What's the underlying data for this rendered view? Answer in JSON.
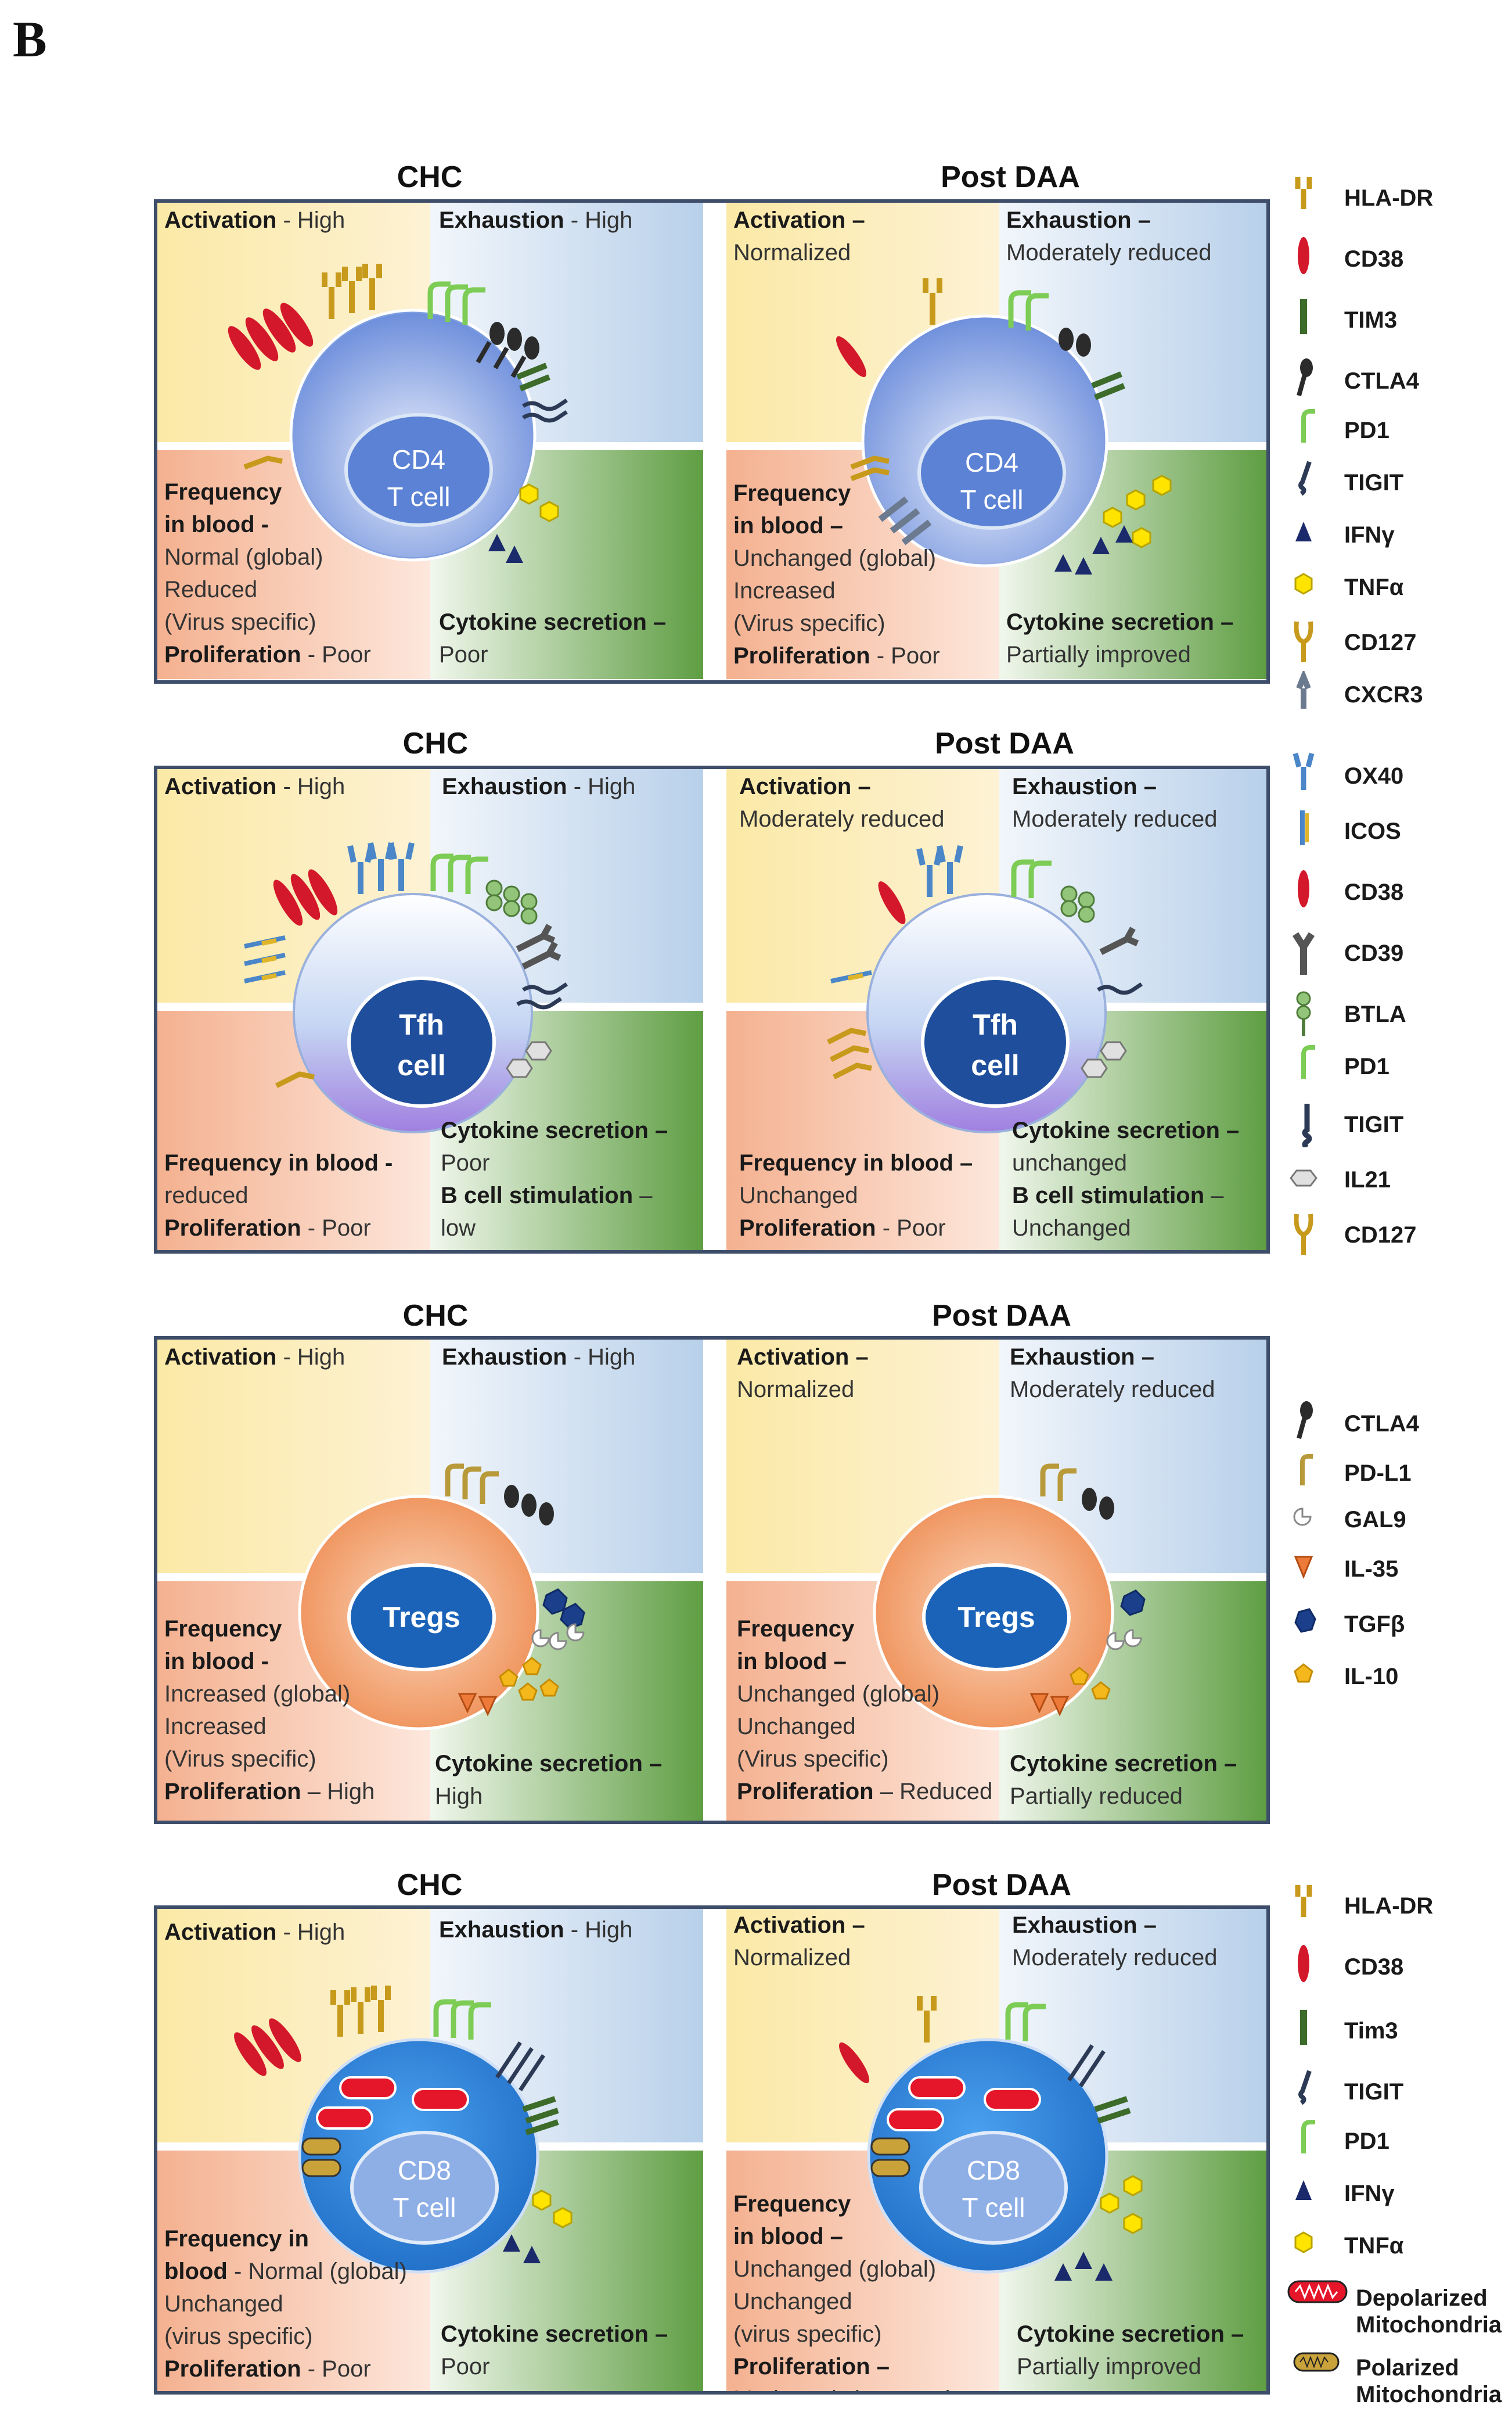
{
  "panel_letter": "B",
  "rows": [
    {
      "left_title": "CHC",
      "right_title": "Post DAA",
      "left": {
        "activation_label": "Activation",
        "activation_value": "- High",
        "exhaustion_label": "Exhaustion",
        "exhaustion_value": "- High",
        "frequency_lines": [
          "Frequency",
          "in blood -"
        ],
        "frequency_values": [
          "Normal (global)",
          "Reduced",
          "(Virus specific)"
        ],
        "proliferation_label": "Proliferation",
        "proliferation_value": "- Poor",
        "cytokine_label": "Cytokine secretion –",
        "cytokine_value": "Poor",
        "cell_lines": [
          "CD4",
          "T cell"
        ]
      },
      "right": {
        "activation_label": "Activation –",
        "activation_value": "Normalized",
        "exhaustion_label": "Exhaustion –",
        "exhaustion_value": "Moderately reduced",
        "frequency_lines": [
          "Frequency",
          "in blood –"
        ],
        "frequency_values": [
          "Unchanged (global)",
          "Increased",
          "(Virus specific)"
        ],
        "proliferation_label": "Proliferation",
        "proliferation_value": "- Poor",
        "cytokine_label": "Cytokine secretion –",
        "cytokine_value": "Partially improved",
        "cell_lines": [
          "CD4",
          "T cell"
        ]
      },
      "legend": [
        "HLA-DR",
        "CD38",
        "TIM3",
        "CTLA4",
        "PD1",
        "TIGIT",
        "IFNγ",
        "TNFα",
        "CD127",
        "CXCR3"
      ]
    },
    {
      "left_title": "CHC",
      "right_title": "Post DAA",
      "left": {
        "activation_label": "Activation",
        "activation_value": "- High",
        "exhaustion_label": "Exhaustion",
        "exhaustion_value": "- High",
        "frequency_lines": [
          "Frequency in blood -"
        ],
        "frequency_values": [
          "reduced"
        ],
        "proliferation_label": "Proliferation",
        "proliferation_value": "- Poor",
        "cytokine_label": "Cytokine secretion –",
        "cytokine_value": "Poor",
        "bcell_label": "B cell stimulation",
        "bcell_value": "low",
        "cell_lines": [
          "Tfh",
          "cell"
        ]
      },
      "right": {
        "activation_label": "Activation –",
        "activation_value": "Moderately reduced",
        "exhaustion_label": "Exhaustion –",
        "exhaustion_value": "Moderately reduced",
        "frequency_lines": [
          "Frequency in blood –"
        ],
        "frequency_values": [
          "Unchanged"
        ],
        "proliferation_label": "Proliferation",
        "proliferation_value": "- Poor",
        "cytokine_label": "Cytokine secretion –",
        "cytokine_value": "unchanged",
        "bcell_label": "B cell stimulation",
        "bcell_value": "Unchanged",
        "cell_lines": [
          "Tfh",
          "cell"
        ]
      },
      "legend": [
        "OX40",
        "ICOS",
        "CD38",
        "CD39",
        "BTLA",
        "PD1",
        "TIGIT",
        "IL21",
        "CD127"
      ]
    },
    {
      "left_title": "CHC",
      "right_title": "Post DAA",
      "left": {
        "activation_label": "Activation",
        "activation_value": "- High",
        "exhaustion_label": "Exhaustion",
        "exhaustion_value": "- High",
        "frequency_lines": [
          "Frequency",
          "in blood -"
        ],
        "frequency_values": [
          "Increased (global)",
          "Increased",
          "(Virus specific)"
        ],
        "proliferation_label": "Proliferation",
        "proliferation_value": "– High",
        "cytokine_label": "Cytokine secretion –",
        "cytokine_value": "High",
        "cell_lines": [
          "Tregs"
        ]
      },
      "right": {
        "activation_label": "Activation –",
        "activation_value": "Normalized",
        "exhaustion_label": "Exhaustion –",
        "exhaustion_value": "Moderately reduced",
        "frequency_lines": [
          "Frequency",
          "in blood –"
        ],
        "frequency_values": [
          "Unchanged (global)",
          "Unchanged",
          "(Virus specific)"
        ],
        "proliferation_label": "Proliferation",
        "proliferation_value": "– Reduced",
        "cytokine_label": "Cytokine secretion –",
        "cytokine_value": "Partially reduced",
        "cell_lines": [
          "Tregs"
        ]
      },
      "legend": [
        "CTLA4",
        "PD-L1",
        "GAL9",
        "IL-35",
        "TGFβ",
        "IL-10"
      ]
    },
    {
      "left_title": "CHC",
      "right_title": "Post DAA",
      "left": {
        "activation_label": "Activation",
        "activation_value": "- High",
        "exhaustion_label": "Exhaustion",
        "exhaustion_value": "- High",
        "frequency_lines": [
          "Frequency in",
          "blood"
        ],
        "frequency_values": [
          "- Normal (global)",
          "Unchanged",
          "(virus specific)"
        ],
        "proliferation_label": "Proliferation",
        "proliferation_value": "- Poor",
        "cytokine_label": "Cytokine secretion –",
        "cytokine_value": "Poor",
        "cell_lines": [
          "CD8",
          "T cell"
        ]
      },
      "right": {
        "activation_label": "Activation –",
        "activation_value": "Normalized",
        "exhaustion_label": "Exhaustion –",
        "exhaustion_value": "Moderately reduced",
        "frequency_lines": [
          "Frequency",
          "in blood –"
        ],
        "frequency_values": [
          "Unchanged (global)",
          "Unchanged",
          "(virus specific)"
        ],
        "proliferation_label": "Proliferation –",
        "proliferation_value": "Moderately improved",
        "cytokine_label": "Cytokine secretion –",
        "cytokine_value": "Partially improved",
        "cell_lines": [
          "CD8",
          "T cell"
        ]
      },
      "legend": [
        "HLA-DR",
        "CD38",
        "Tim3",
        "TIGIT",
        "PD1",
        "IFNγ",
        "TNFα",
        "Depolarized Mitochondria",
        "Polarized Mitochondria"
      ]
    }
  ],
  "colors": {
    "activation": "#fce3a0",
    "exhaustion": "#bcd4ec",
    "frequency": "#f5b999",
    "cytokine": "#66a84a",
    "border": "#3e4e6a",
    "cd4_cell": "#7f9fe0",
    "tfh_cell": "#c7d8f5",
    "treg_cell": "#f29a63",
    "cd8_cell": "#2d7fd6",
    "nucleus_light": "#8eaee6",
    "nucleus_dark": "#1f4f9c"
  }
}
